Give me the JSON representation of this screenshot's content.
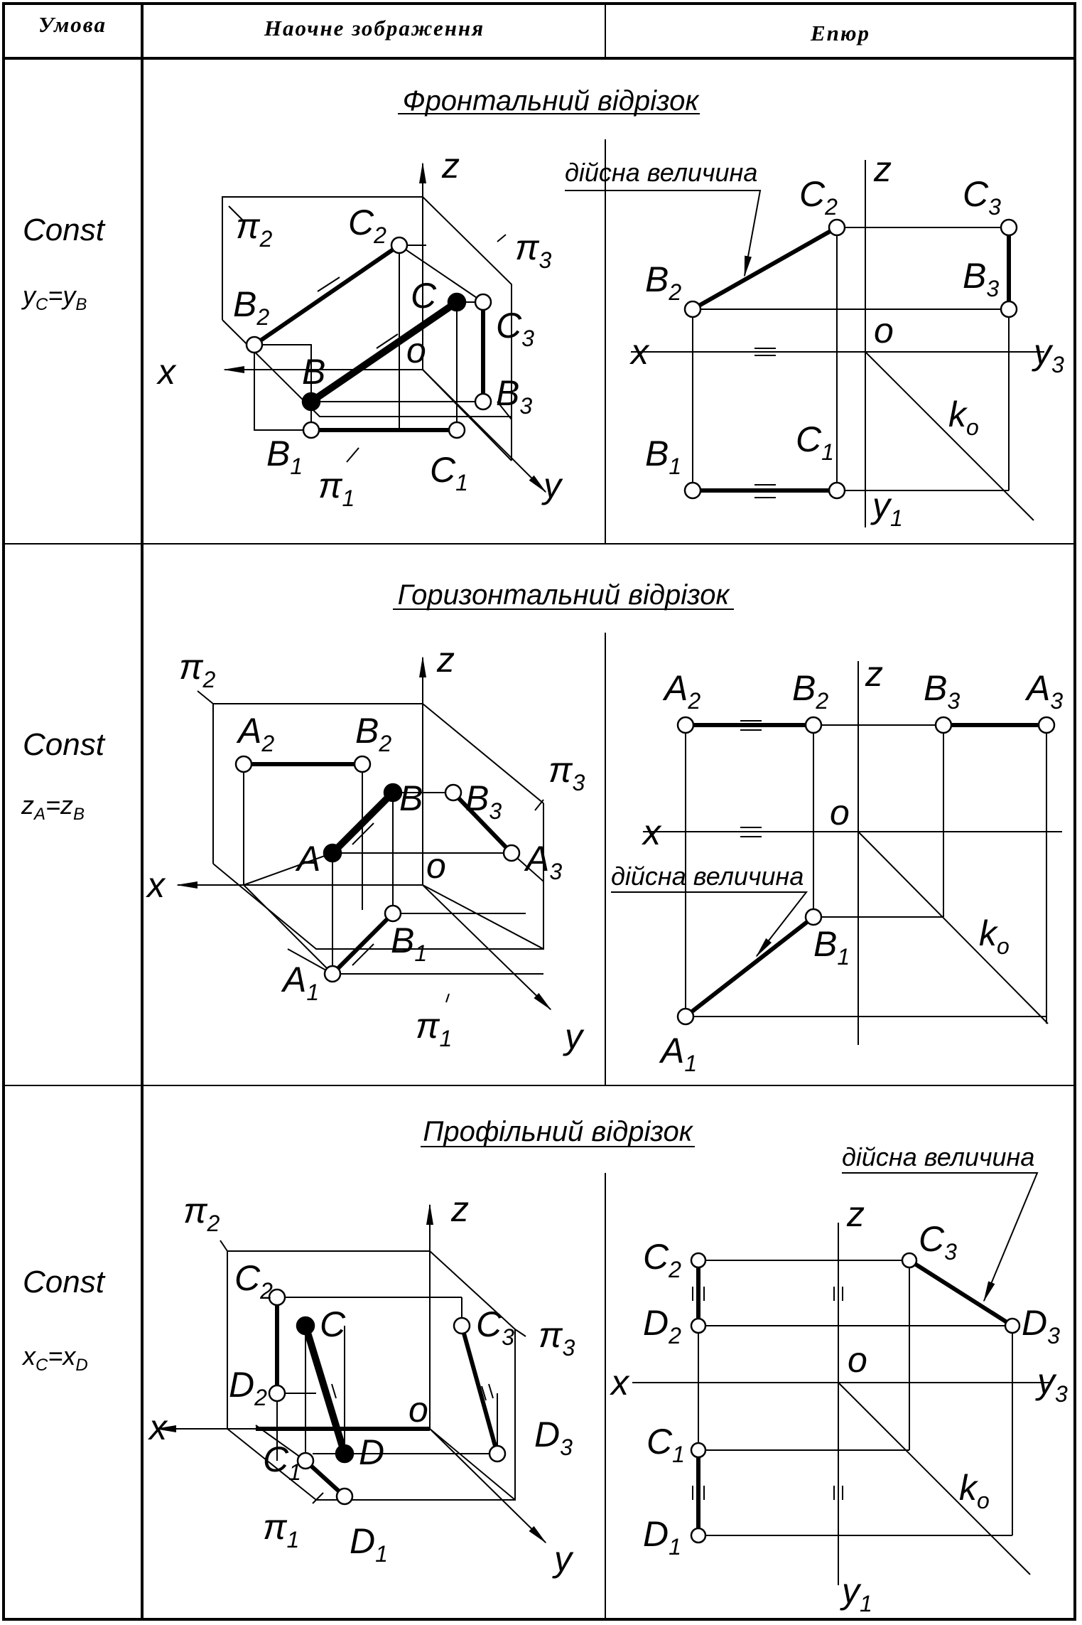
{
  "table": {
    "headers": [
      "Умова",
      "Наочне зображення",
      "Епюр"
    ]
  },
  "rows": [
    {
      "title": "Фронтальний відрізок",
      "condition_const": "Const",
      "condition": {
        "a": "y",
        "a_sub": "C",
        "b": "y",
        "b_sub": "B"
      },
      "note": "дійсна величина",
      "axes": {
        "x": "x",
        "y": "y",
        "z": "z",
        "o": "o",
        "y3": "y",
        "y3_sub": "3",
        "y1": "y",
        "y1_sub": "1",
        "k": "k",
        "k_sub": "o"
      },
      "planes": [
        {
          "name": "π",
          "sub": "2"
        },
        {
          "name": "π",
          "sub": "3"
        },
        {
          "name": "π",
          "sub": "1"
        }
      ],
      "points": [
        {
          "name": "C",
          "sub": "2"
        },
        {
          "name": "C",
          "sub": ""
        },
        {
          "name": "C",
          "sub": "3"
        },
        {
          "name": "B",
          "sub": "2"
        },
        {
          "name": "B",
          "sub": ""
        },
        {
          "name": "B",
          "sub": "3"
        },
        {
          "name": "B",
          "sub": "1"
        },
        {
          "name": "C",
          "sub": "1"
        }
      ]
    },
    {
      "title": "Горизонтальний відрізок",
      "condition_const": "Const",
      "condition": {
        "a": "z",
        "a_sub": "A",
        "b": "z",
        "b_sub": "B"
      },
      "note": "дійсна величина",
      "axes": {
        "x": "x",
        "y": "y",
        "z": "z",
        "o": "o",
        "k": "k",
        "k_sub": "o"
      },
      "planes": [
        {
          "name": "π",
          "sub": "2"
        },
        {
          "name": "π",
          "sub": "3"
        },
        {
          "name": "π",
          "sub": "1"
        }
      ],
      "points": [
        {
          "name": "A",
          "sub": "2"
        },
        {
          "name": "B",
          "sub": "2"
        },
        {
          "name": "B",
          "sub": ""
        },
        {
          "name": "B",
          "sub": "3"
        },
        {
          "name": "A",
          "sub": ""
        },
        {
          "name": "A",
          "sub": "3"
        },
        {
          "name": "B",
          "sub": "1"
        },
        {
          "name": "A",
          "sub": "1"
        }
      ]
    },
    {
      "title": "Профільний відрізок",
      "condition_const": "Const",
      "condition": {
        "a": "x",
        "a_sub": "C",
        "b": "x",
        "b_sub": "D"
      },
      "note": "дійсна величина",
      "axes": {
        "x": "x",
        "y": "y",
        "z": "z",
        "o": "o",
        "y3": "y",
        "y3_sub": "3",
        "y1": "y",
        "y1_sub": "1",
        "k": "k",
        "k_sub": "o"
      },
      "planes": [
        {
          "name": "π",
          "sub": "2"
        },
        {
          "name": "π",
          "sub": "3"
        },
        {
          "name": "π",
          "sub": "1"
        }
      ],
      "points": [
        {
          "name": "C",
          "sub": "2"
        },
        {
          "name": "C",
          "sub": ""
        },
        {
          "name": "C",
          "sub": "3"
        },
        {
          "name": "D",
          "sub": "2"
        },
        {
          "name": "D",
          "sub": ""
        },
        {
          "name": "D",
          "sub": "3"
        },
        {
          "name": "C",
          "sub": "1"
        },
        {
          "name": "D",
          "sub": "1"
        }
      ]
    }
  ]
}
